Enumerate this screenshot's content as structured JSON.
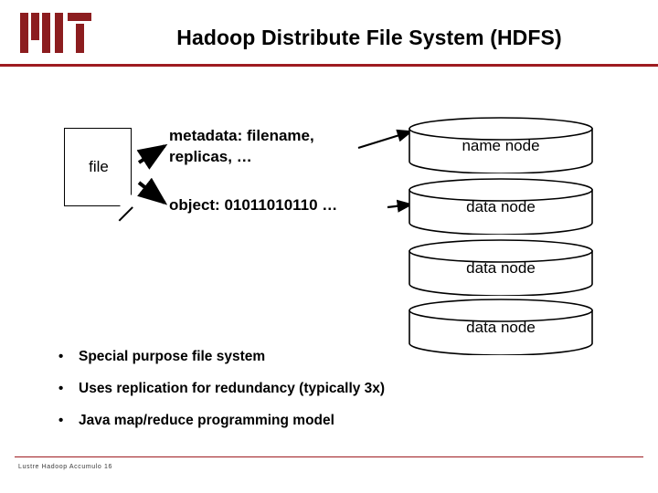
{
  "slide": {
    "title": "Hadoop Distribute File System (HDFS)",
    "footer": "Lustre  Hadoop  Accumulo  16",
    "accent_color": "#9e1b20",
    "logo_name": "mit-logo"
  },
  "diagram": {
    "file_label": "file",
    "metadata_text": "metadata: filename, replicas, …",
    "object_text": "object: 01011010110 …",
    "nodes": [
      {
        "label": "name node"
      },
      {
        "label": "data node"
      },
      {
        "label": "data node"
      },
      {
        "label": "data node"
      }
    ]
  },
  "bullets": [
    {
      "marker": "•",
      "text": "Special purpose file system"
    },
    {
      "marker": "•",
      "text": "Uses replication for redundancy (typically 3x)"
    },
    {
      "marker": "•",
      "text": "Java map/reduce programming model"
    }
  ]
}
